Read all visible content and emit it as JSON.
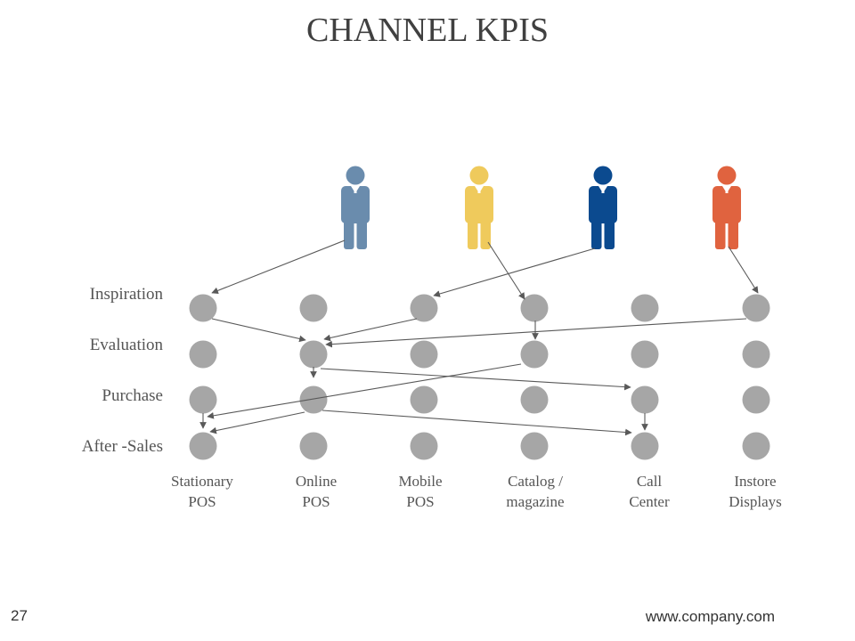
{
  "title": "CHANNEL KPIS",
  "stages": [
    "Inspiration",
    "Evaluation",
    "Purchase",
    "After -Sales"
  ],
  "channels": [
    {
      "line1": "Stationary",
      "line2": "POS"
    },
    {
      "line1": "Online",
      "line2": "POS"
    },
    {
      "line1": "Mobile",
      "line2": "POS"
    },
    {
      "line1": "Catalog /",
      "line2": "magazine"
    },
    {
      "line1": "Call",
      "line2": "Center"
    },
    {
      "line1": "Instore",
      "line2": "Displays"
    }
  ],
  "persons": [
    {
      "icon": "person-icon",
      "color": "#6a8cad"
    },
    {
      "icon": "person-icon",
      "color": "#efca5c"
    },
    {
      "icon": "person-icon",
      "color": "#0b4a8f"
    },
    {
      "icon": "person-icon",
      "color": "#e0633f"
    }
  ],
  "colors": {
    "node": "#a6a6a6",
    "arrow": "#595959"
  },
  "footer": {
    "page_number": "27",
    "website": "www.company.com"
  }
}
